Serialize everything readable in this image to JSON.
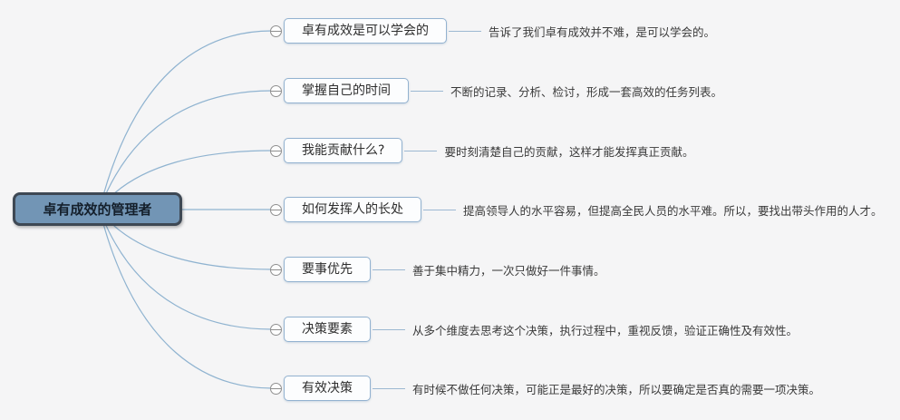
{
  "canvas": {
    "background": "#f5f5f6"
  },
  "root": {
    "label": "卓有成效的管理者",
    "fill_color": "#7295b5",
    "border_color": "#3e4854",
    "text_color": "#141f2b"
  },
  "style": {
    "branch_border_color": "#93b2d0",
    "branch_fill_color": "#fcfdfe",
    "curve_color": "#8fb3d0",
    "collapse_icon_color": "#8f8f8f",
    "collapse_icon_symbol": "−"
  },
  "branches": [
    {
      "label": "卓有成效是可以学会的",
      "note": "告诉了我们卓有成效并不难，是可以学会的。"
    },
    {
      "label": "掌握自己的时间",
      "note": "不断的记录、分析、检讨，形成一套高效的任务列表。"
    },
    {
      "label": "我能贡献什么?",
      "note": "要时刻清楚自己的贡献，这样才能发挥真正贡献。"
    },
    {
      "label": "如何发挥人的长处",
      "note": "提高领导人的水平容易，但提高全民人员的水平难。所以，要找出带头作用的人才。"
    },
    {
      "label": "要事优先",
      "note": "善于集中精力，一次只做好一件事情。"
    },
    {
      "label": "决策要素",
      "note": "从多个维度去思考这个决策，执行过程中，重视反馈，验证正确性及有效性。"
    },
    {
      "label": "有效决策",
      "note": "有时候不做任何决策，可能正是最好的决策，所以要确定是否真的需要一项决策。"
    }
  ]
}
